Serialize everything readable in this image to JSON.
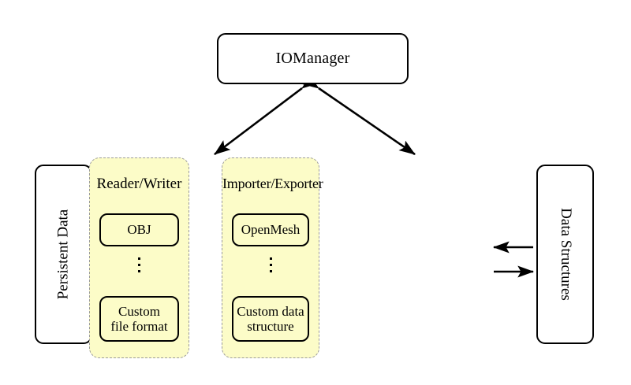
{
  "diagram": {
    "title_node": {
      "label": "IOManager"
    },
    "left_store": {
      "label": "Persistent Data"
    },
    "right_store": {
      "label": "Data Structures"
    },
    "groups": [
      {
        "name": "reader-writer",
        "title": "Reader/Writer",
        "top_item": "OBJ",
        "ellipsis": "⋮",
        "bottom_item_line1": "Custom",
        "bottom_item_line2": "file format"
      },
      {
        "name": "importer-exporter",
        "title": "Importer/Exporter",
        "top_item": "OpenMesh",
        "ellipsis": "⋮",
        "bottom_item_line1": "Custom data",
        "bottom_item_line2": "structure"
      }
    ],
    "connections": [
      {
        "name": "iomanager-to-reader-writer",
        "style": "double-headed-diagonal"
      },
      {
        "name": "iomanager-to-importer-exporter",
        "style": "double-headed-diagonal"
      },
      {
        "name": "persistent-data-to-reader-writer",
        "style": "single-headed-right"
      },
      {
        "name": "reader-writer-to-persistent-data",
        "style": "single-headed-left"
      },
      {
        "name": "data-structures-to-importer-exporter",
        "style": "single-headed-left"
      },
      {
        "name": "importer-exporter-to-data-structures",
        "style": "single-headed-right"
      }
    ],
    "colors": {
      "group_fill": "#fcfcc8",
      "group_border": "#9a9a9a",
      "node_border": "#000000",
      "background": "#ffffff"
    }
  }
}
